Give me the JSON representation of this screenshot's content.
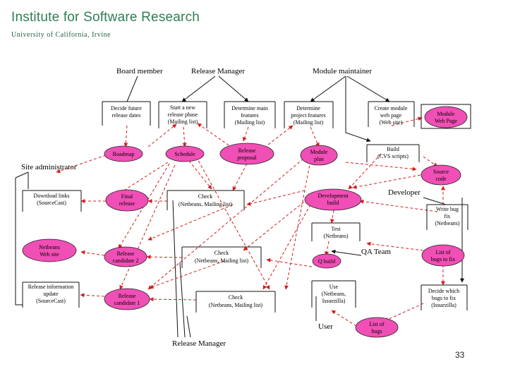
{
  "header": {
    "title": "Institute for Software Research",
    "subtitle": "University of California, Irvine"
  },
  "page_number": "33",
  "actors": {
    "board_member": "Board member",
    "release_manager_top": "Release Manager",
    "module_maintainer": "Module maintainer",
    "site_administrator": "Site administrator",
    "developer": "Developer",
    "qa_team": "QA Team",
    "user": "User",
    "release_manager_bottom": "Release Manager"
  },
  "tasks": {
    "decide_future_release_dates": [
      "Decide future",
      "release dates"
    ],
    "start_new_release_phase": [
      "Start a new",
      "release phase",
      "(Mailing list)"
    ],
    "determine_main_features": [
      "Determine main",
      "features",
      "(Mailing list)"
    ],
    "determine_project_features": [
      "Determine",
      "project features",
      "(Mailing list)"
    ],
    "create_module_web_page": [
      "Create module",
      "web page",
      "(Web site)"
    ],
    "build": [
      "Build",
      "(CVS scripts)"
    ],
    "download_links": [
      "Download links",
      "(SourceCast)"
    ],
    "check_1": [
      "Check",
      "(Netbeans, Mailing list)"
    ],
    "check_2": [
      "Check",
      "(Netbeans, Mailing list)"
    ],
    "check_3": [
      "Check",
      "(Netbeans, Mailing list)"
    ],
    "release_info_update": [
      "Release information",
      "update",
      "(SourceCast)"
    ],
    "test": [
      "Test",
      "(Netbeans)"
    ],
    "use": [
      "Use",
      "(Netbeans,",
      "Issuezilla)"
    ],
    "write_bug_fix": [
      "Write bug",
      "fix",
      "(Netbeans)"
    ],
    "decide_which_bugs": [
      "Decide which",
      "bugs to fix",
      "(Issuezilla)"
    ]
  },
  "artifacts": {
    "module_web_page": [
      "Module",
      "Web Page"
    ],
    "roadmap": [
      "Roadmap"
    ],
    "schedule": [
      "Schedule"
    ],
    "release_proposal": [
      "Release",
      "proposal"
    ],
    "module_plan": [
      "Module",
      "plan"
    ],
    "source_code": [
      "Source",
      "code"
    ],
    "final_release": [
      "Final",
      "release"
    ],
    "development_build": [
      "Development",
      "build"
    ],
    "netbeans_web_site": [
      "Netbeans",
      "Web site"
    ],
    "release_candidate_2": [
      "Release",
      "candidate 2"
    ],
    "q_build": [
      "Q build"
    ],
    "list_bugs_to_fix": [
      "List of",
      "bugs to fix"
    ],
    "release_candidate_1": [
      "Release",
      "candidate 1"
    ],
    "list_of_bugs": [
      "List of",
      "bugs"
    ]
  },
  "colors": {
    "header_green": "#2e7d57",
    "artifact_fill": "#f04fb5",
    "flow_red": "#d11f1f",
    "line_black": "#111111"
  }
}
